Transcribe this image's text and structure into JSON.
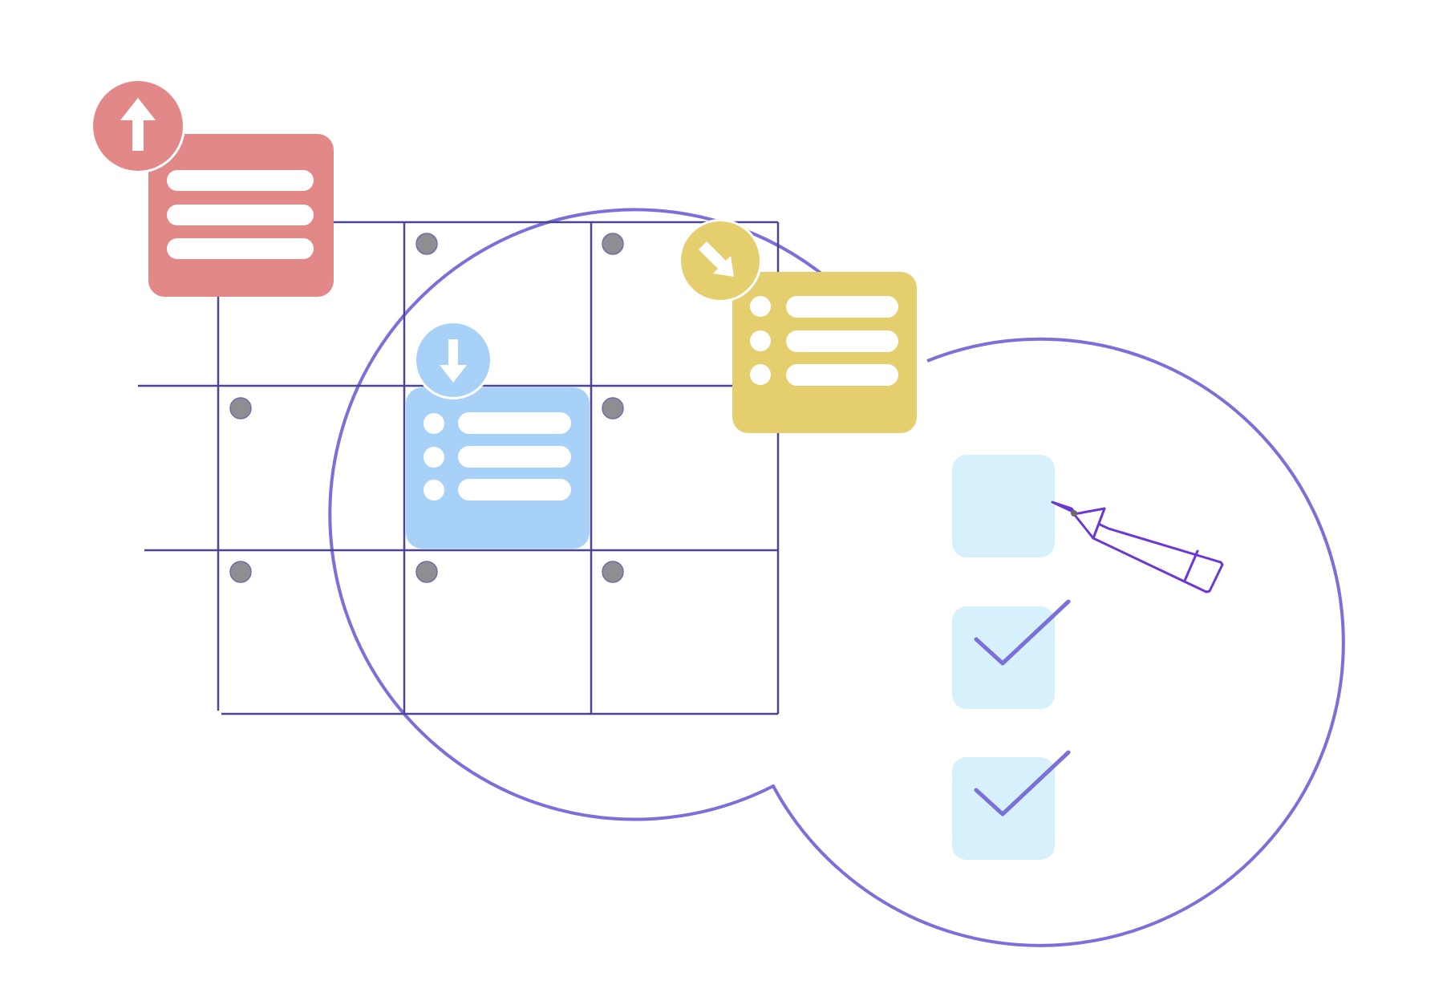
{
  "illustration": {
    "colors": {
      "outline": "#7B6FD9",
      "grid_line": "#4B4492",
      "dot": "#8E8E92",
      "card_red": "#E38888",
      "card_blue": "#A7D1F6",
      "card_yellow": "#E5CE6D",
      "checkbox_fill": "#D6F1FC",
      "pencil": "#6A38D4",
      "white": "#FFFFFF"
    },
    "calendar_grid": {
      "rows": 3,
      "columns": 3,
      "cells_with_dot_marker": 7
    },
    "cards": [
      {
        "name": "red-card",
        "color": "card_red",
        "badge_icon": "arrow-up-icon",
        "rows": 3,
        "row_bullets": false
      },
      {
        "name": "blue-card",
        "color": "card_blue",
        "badge_icon": "arrow-down-icon",
        "rows": 3,
        "row_bullets": true
      },
      {
        "name": "yellow-card",
        "color": "card_yellow",
        "badge_icon": "arrow-down-right-icon",
        "rows": 3,
        "row_bullets": true
      }
    ],
    "checklist": [
      {
        "name": "checkbox-1",
        "checked": false
      },
      {
        "name": "checkbox-2",
        "checked": true
      },
      {
        "name": "checkbox-3",
        "checked": true
      }
    ],
    "pencil_icon": "pencil-icon"
  }
}
